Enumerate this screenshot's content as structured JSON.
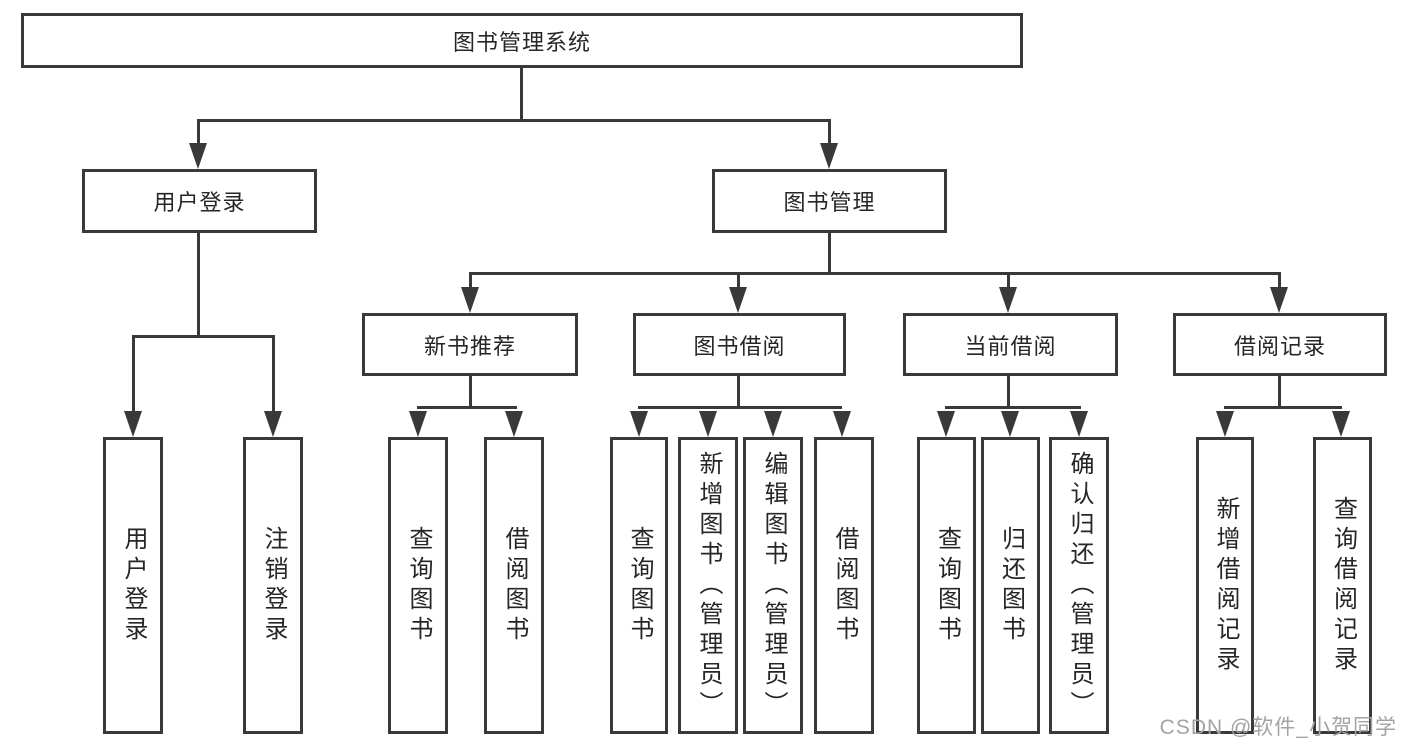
{
  "tree": {
    "label": "图书管理系统",
    "children": [
      {
        "label": "用户登录",
        "children": [
          {
            "label": "用户登录"
          },
          {
            "label": "注销登录"
          }
        ]
      },
      {
        "label": "图书管理",
        "children": [
          {
            "label": "新书推荐",
            "children": [
              {
                "label": "查询图书"
              },
              {
                "label": "借阅图书"
              }
            ]
          },
          {
            "label": "图书借阅",
            "children": [
              {
                "label": "查询图书"
              },
              {
                "label": "新增图书（管理员）"
              },
              {
                "label": "编辑图书（管理员）"
              },
              {
                "label": "借阅图书"
              }
            ]
          },
          {
            "label": "当前借阅",
            "children": [
              {
                "label": "查询图书"
              },
              {
                "label": "归还图书"
              },
              {
                "label": "确认归还（管理员）"
              }
            ]
          },
          {
            "label": "借阅记录",
            "children": [
              {
                "label": "新增借阅记录"
              },
              {
                "label": "查询借阅记录"
              }
            ]
          }
        ]
      }
    ]
  },
  "watermark": {
    "text": "CSDN @软件_小贺同学"
  },
  "colors": {
    "background": "#ffffff",
    "line": "#39393b",
    "text": "#262626",
    "watermark": "#a3a3a3"
  }
}
